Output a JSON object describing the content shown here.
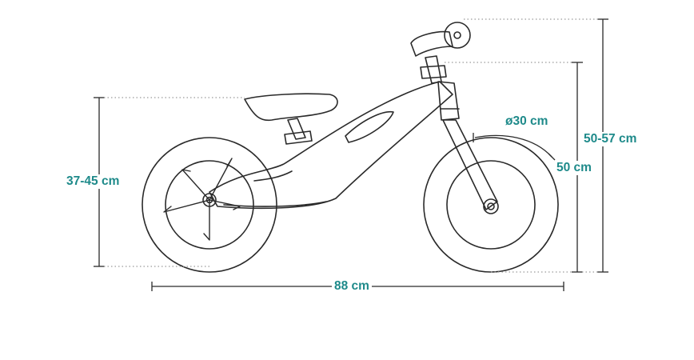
{
  "colors": {
    "accent": "#1e8a8a",
    "line": "#2a2a2a",
    "guide": "#9a9a9a"
  },
  "labels": {
    "seat_height": "37-45 cm",
    "length": "88 cm",
    "wheel_diameter": "ø30 cm",
    "frame_height": "50 cm",
    "handlebar_height": "50-57 cm"
  }
}
